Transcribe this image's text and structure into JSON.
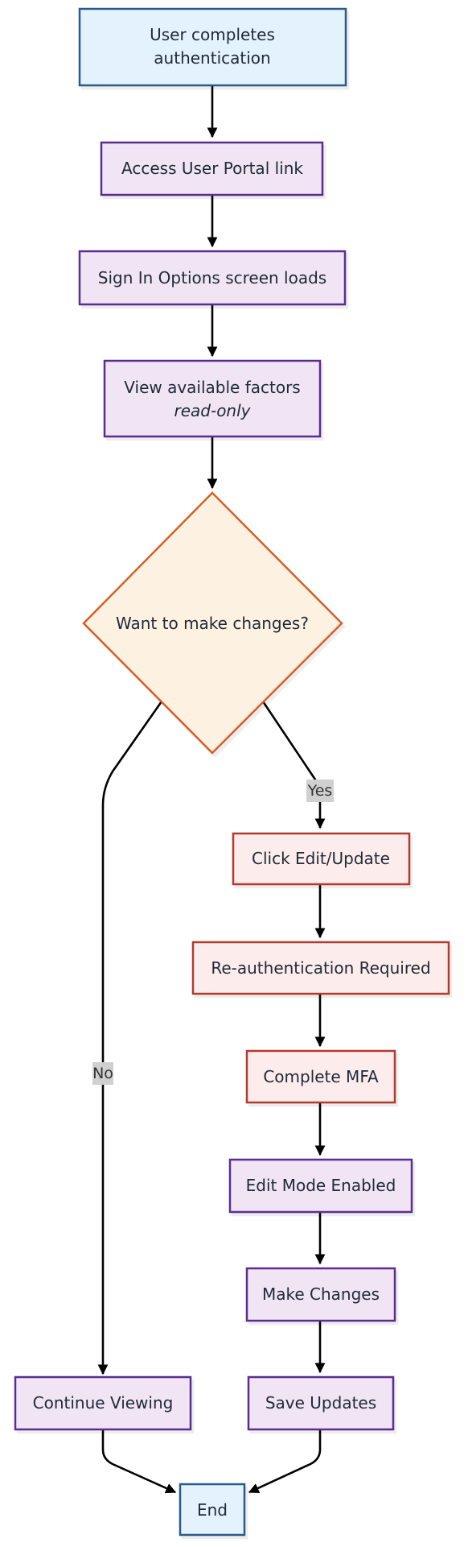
{
  "nodes": {
    "start": {
      "line1": "User completes",
      "line2": "authentication"
    },
    "access": {
      "label": "Access User Portal link"
    },
    "signin": {
      "label": "Sign In Options screen loads"
    },
    "view": {
      "line1": "View available factors",
      "line2": "read-only"
    },
    "decision": {
      "label": "Want to make changes?"
    },
    "edit": {
      "label": "Click Edit/Update"
    },
    "reauth": {
      "label": "Re-authentication Required"
    },
    "mfa": {
      "label": "Complete MFA"
    },
    "editmode": {
      "label": "Edit Mode Enabled"
    },
    "make": {
      "label": "Make Changes"
    },
    "save": {
      "label": "Save Updates"
    },
    "continue": {
      "label": "Continue Viewing"
    },
    "end": {
      "label": "End"
    }
  },
  "edges": {
    "yes": "Yes",
    "no": "No"
  },
  "colors": {
    "blue_fill": "#e3f2fd",
    "blue_stroke": "#2a5a8a",
    "purple_fill": "#f1e4f4",
    "purple_stroke": "#5a2d91",
    "red_fill": "#fdecec",
    "red_stroke": "#b03a2e",
    "orange_fill": "#fdf1e2",
    "orange_stroke": "#d2602a"
  }
}
